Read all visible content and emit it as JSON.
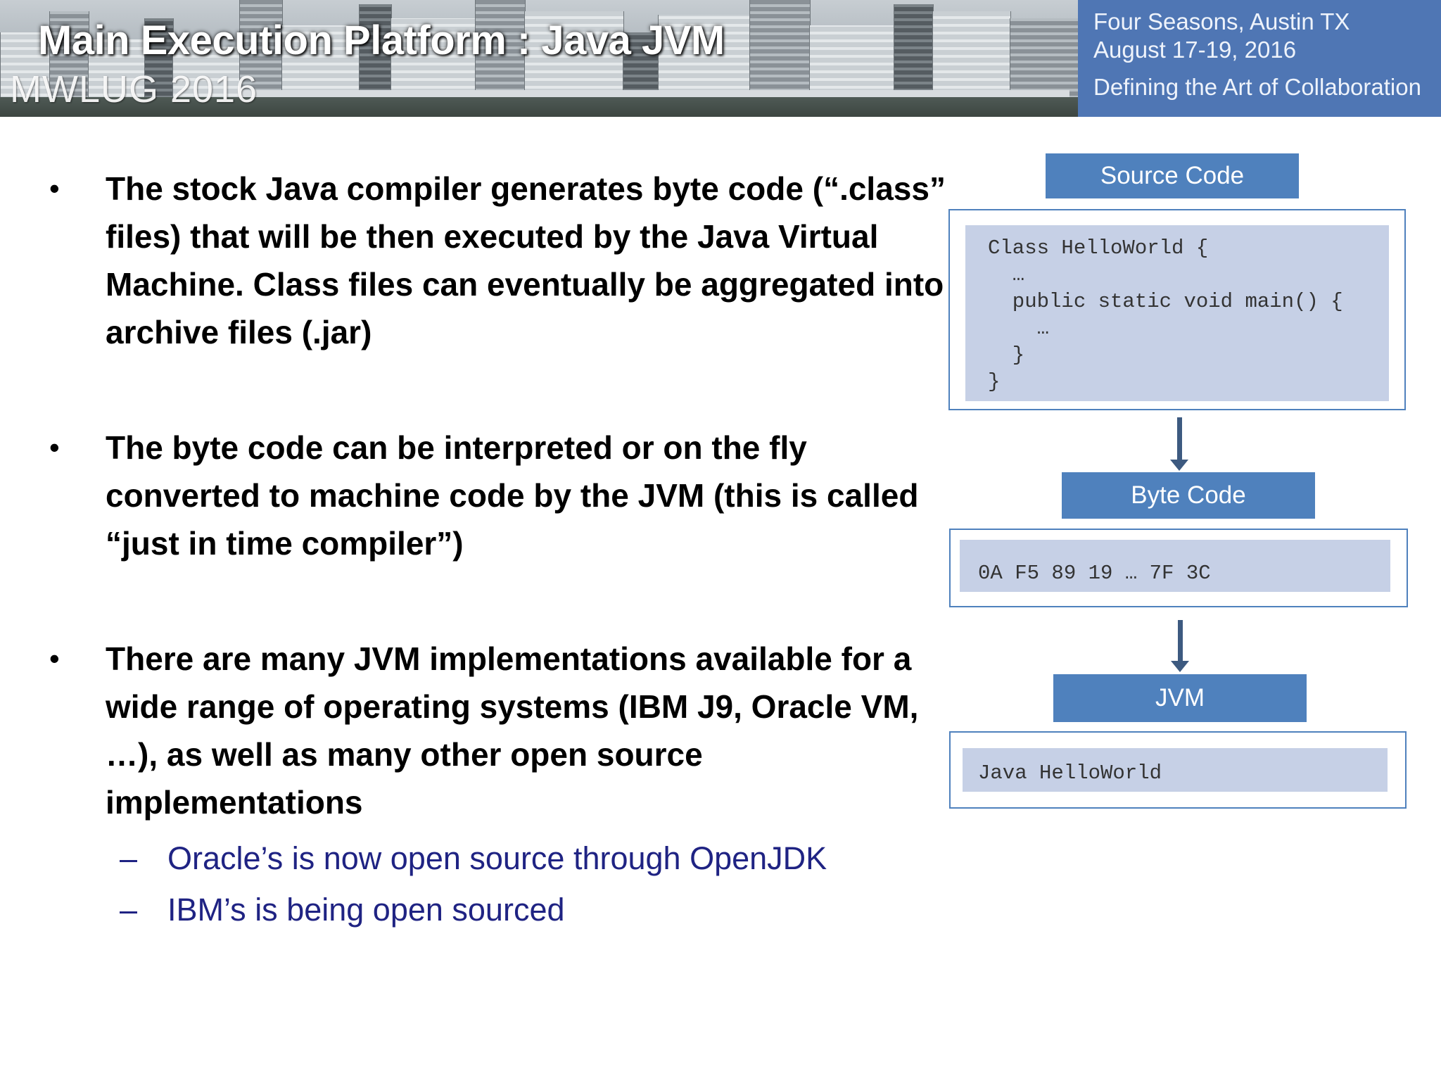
{
  "header": {
    "title": "Main Execution Platform : Java JVM",
    "conference": "MWLUG 2016",
    "event_lines": [
      "Four Seasons, Austin TX",
      "August 17-19, 2016",
      "Defining the Art of Collaboration"
    ],
    "accent_color": "#4f76b4"
  },
  "bullets": [
    {
      "text": "The stock Java compiler generates byte code (“.class” files) that will be then executed by the Java Virtual Machine. Class files can eventually be aggregated into archive files (.jar)"
    },
    {
      "text": "The byte code can be interpreted or on the fly converted to machine code by the JVM (this is called “just in time compiler”)"
    },
    {
      "text": "There are many JVM implementations available for a wide range of operating systems (IBM J9, Oracle VM, …), as well as many other open source implementations",
      "sub": [
        "Oracle’s is now open source through OpenJDK",
        "IBM’s is being open sourced"
      ]
    }
  ],
  "diagram": {
    "source": {
      "label": "Source Code",
      "code": "Class HelloWorld {\n  …\n  public static void main() {\n    …\n  }\n}"
    },
    "bytecode": {
      "label": "Byte Code",
      "code": "0A F5 89 19 … 7F 3C"
    },
    "jvm": {
      "label": "JVM",
      "code": "Java HelloWorld"
    },
    "box_color": "#4f81bd",
    "code_bg_color": "#c6d0e6"
  },
  "symbols": {
    "bullet": "•",
    "dash": "–"
  }
}
